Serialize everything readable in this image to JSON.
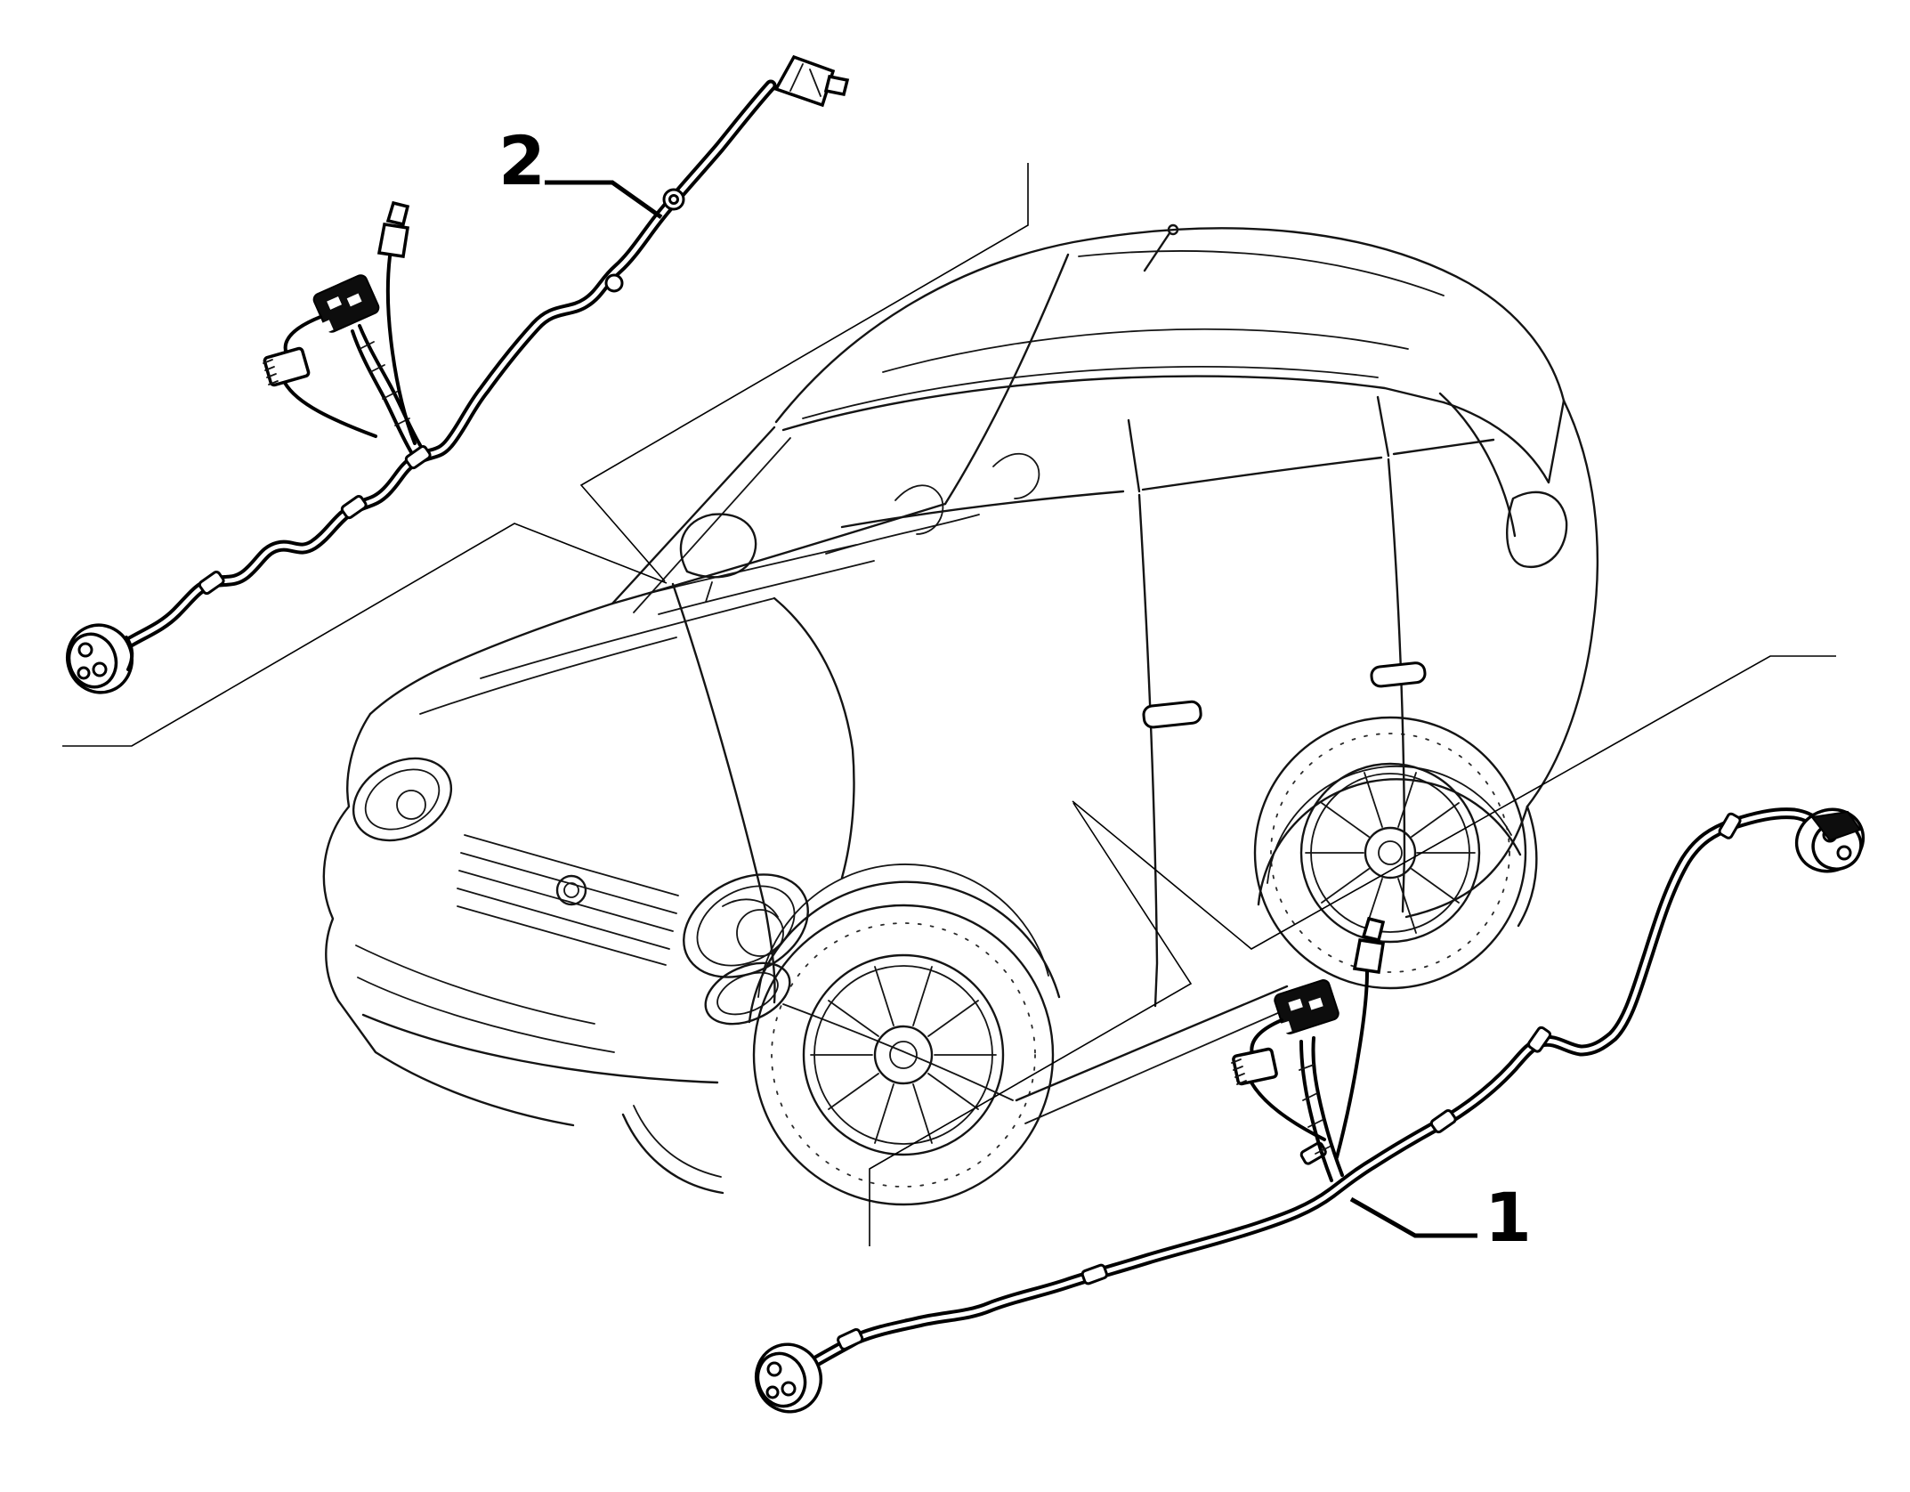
{
  "diagram": {
    "background_color": "#ffffff",
    "line_color": "#000000",
    "style": "parts-catalog-line-art",
    "vehicle": "compact-suv-isometric-line-drawing",
    "callouts": [
      {
        "label": "1",
        "part": "door-wiring-harness-rear"
      },
      {
        "label": "2",
        "part": "door-wiring-harness-front"
      }
    ]
  }
}
